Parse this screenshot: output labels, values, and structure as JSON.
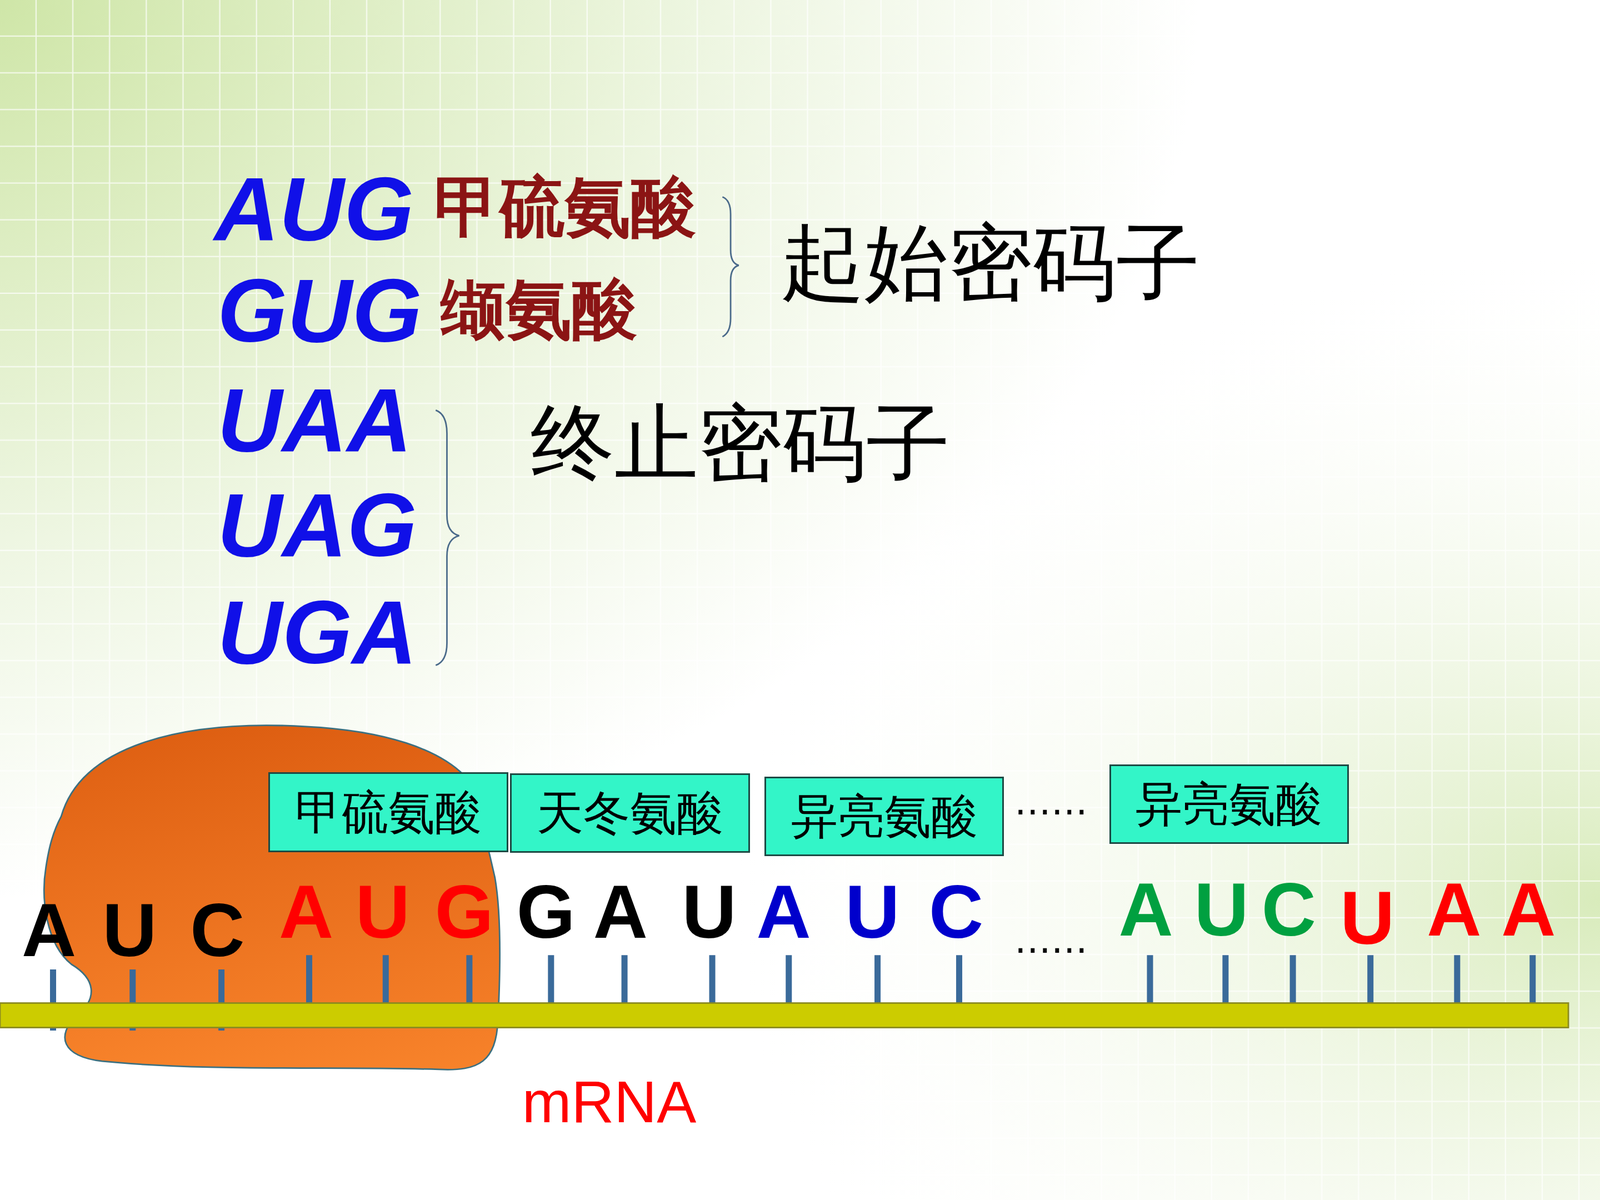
{
  "diagram": {
    "nodes": [
      {
        "text": [
          "甲硫氨酸"
        ]
      },
      {
        "text": [
          "天冬氨酸"
        ]
      },
      {
        "text": [
          "异亮氨酸"
        ]
      },
      {
        "text": [
          "异亮氨酸"
        ]
      }
    ],
    "labels": [
      "AUG",
      "甲硫氨酸",
      "GUG",
      "缬氨酸",
      "起始密码子",
      "UAA",
      "UAG",
      "UGA",
      "终止密码子",
      "……",
      "A",
      "U",
      "C",
      "A",
      "U",
      "G",
      "G",
      "A",
      "U",
      "A",
      "U",
      "C",
      "……",
      "A",
      "U",
      "C",
      "U",
      "A",
      "A",
      "mRNA"
    ]
  }
}
